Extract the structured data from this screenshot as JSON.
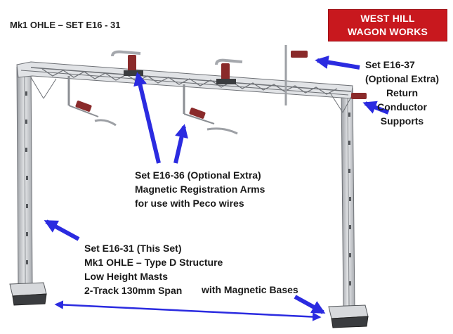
{
  "title": "Mk1 OHLE – SET E16 - 31",
  "logo": {
    "line1": "WEST HILL",
    "line2": "WAGON WORKS",
    "color": "#c8181e"
  },
  "callouts": {
    "e37": {
      "line1": "Set E16-37",
      "line2": "(Optional Extra)",
      "line3": "Return",
      "line4": "Conductor",
      "line5": "Supports"
    },
    "e36": {
      "line1": "Set E16-36 (Optional Extra)",
      "line2": "Magnetic Registration Arms",
      "line3": "for use with Peco wires"
    },
    "e31": {
      "line1": "Set E16-31 (This Set)",
      "line2": "Mk1 OHLE – Type D Structure",
      "line3": "Low Height Masts",
      "line4": "2-Track 130mm Span"
    },
    "bases": "with Magnetic Bases"
  },
  "colors": {
    "arrow": "#2b2be0",
    "steel": "#c9ccd0",
    "insulator": "#8a2a2a"
  }
}
